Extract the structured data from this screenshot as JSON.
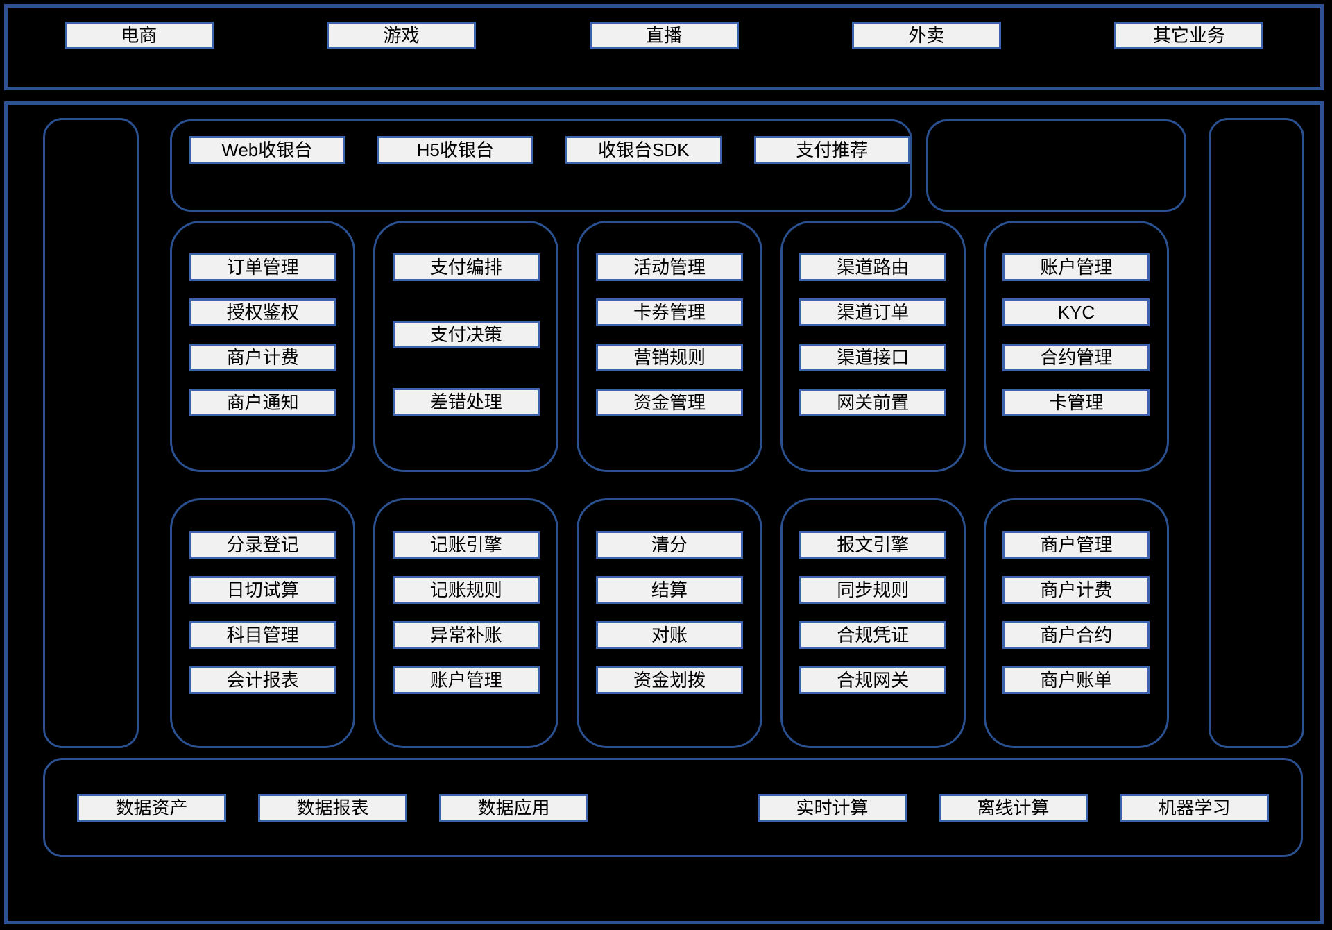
{
  "colors": {
    "bg": "#000000",
    "outer_border": "#2d5192",
    "container_border": "#2a5090",
    "box_border": "#3d63ac",
    "box_fill": "#f1f1f1",
    "text": "#000000"
  },
  "business_bar": {
    "items": [
      "电商",
      "游戏",
      "直播",
      "外卖",
      "其它业务"
    ]
  },
  "cashier_panel": {
    "items": [
      "Web收银台",
      "H5收银台",
      "收银台SDK",
      "支付推荐"
    ]
  },
  "payment_core_row": {
    "groups": [
      {
        "items": [
          "订单管理",
          "授权鉴权",
          "商户计费",
          "商户通知"
        ]
      },
      {
        "items": [
          "支付编排",
          "支付决策",
          "差错处理"
        ]
      },
      {
        "items": [
          "活动管理",
          "卡券管理",
          "营销规则",
          "资金管理"
        ]
      },
      {
        "items": [
          "渠道路由",
          "渠道订单",
          "渠道接口",
          "网关前置"
        ]
      },
      {
        "items": [
          "账户管理",
          "KYC",
          "合约管理",
          "卡管理"
        ]
      }
    ]
  },
  "accounting_row": {
    "groups": [
      {
        "items": [
          "分录登记",
          "日切试算",
          "科目管理",
          "会计报表"
        ]
      },
      {
        "items": [
          "记账引擎",
          "记账规则",
          "异常补账",
          "账户管理"
        ]
      },
      {
        "items": [
          "清分",
          "结算",
          "对账",
          "资金划拨"
        ]
      },
      {
        "items": [
          "报文引擎",
          "同步规则",
          "合规凭证",
          "合规网关"
        ]
      },
      {
        "items": [
          "商户管理",
          "商户计费",
          "商户合约",
          "商户账单"
        ]
      }
    ]
  },
  "data_bar": {
    "left_items": [
      "数据资产",
      "数据报表",
      "数据应用"
    ],
    "right_items": [
      "实时计算",
      "离线计算",
      "机器学习"
    ]
  }
}
